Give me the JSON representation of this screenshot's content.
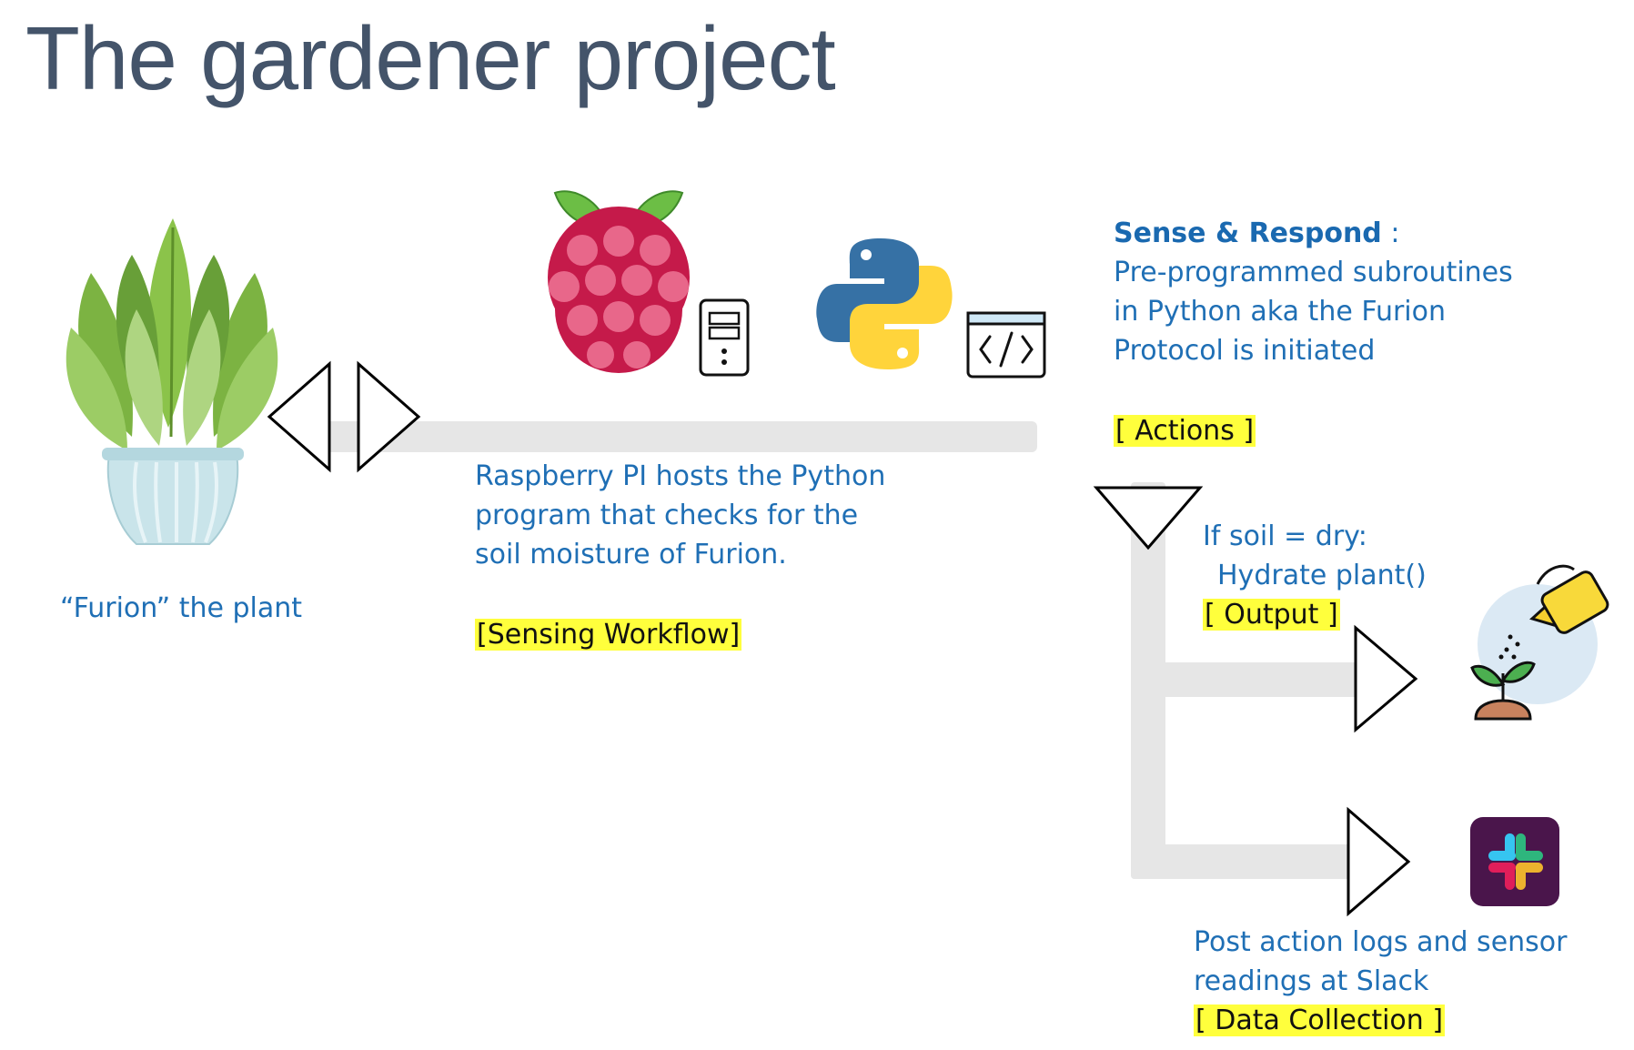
{
  "title": "The gardener project",
  "plant": {
    "caption": "“Furion” the plant"
  },
  "sensing": {
    "lines": [
      "Raspberry PI hosts the Python",
      "program that checks for the",
      "soil moisture of Furion."
    ],
    "tag": "[Sensing Workflow]"
  },
  "sense_respond": {
    "heading": "Sense & Respond",
    "colon": " :",
    "lines": [
      "Pre-programmed subroutines",
      "in Python aka the Furion",
      "Protocol is initiated"
    ],
    "tag": "[ Actions ]"
  },
  "output": {
    "line1": "If soil = dry:",
    "line2": "Hydrate plant()",
    "tag": "[ Output ]"
  },
  "data_collection": {
    "lines": [
      "Post action logs and sensor",
      "readings at Slack"
    ],
    "tag": "[ Data Collection ]"
  },
  "icons": [
    "potted-plant-icon",
    "raspberry-pi-icon",
    "server-icon",
    "python-icon",
    "code-window-icon",
    "watering-can-sprout-icon",
    "slack-icon"
  ],
  "colors": {
    "title": "#44546a",
    "text_blue": "#1f6fb5",
    "highlight": "#ffff3c",
    "connector": "#e6e6e6"
  }
}
